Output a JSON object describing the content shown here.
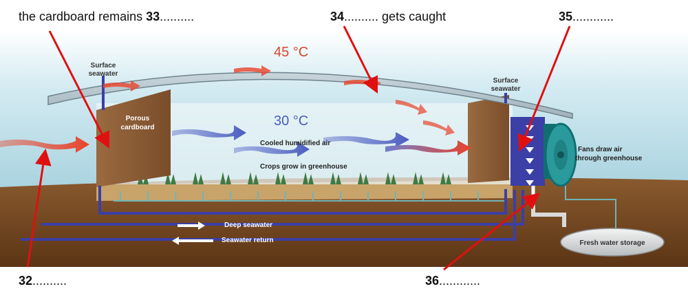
{
  "questions": {
    "q33": {
      "prefix": "the cardboard remains ",
      "num": "33",
      "dots": ".........."
    },
    "q34": {
      "num": "34",
      "dots": "..........",
      "suffix": " gets caught"
    },
    "q35": {
      "num": "35",
      "dots": "............"
    },
    "q32": {
      "num": "32",
      "dots": ".........."
    },
    "q36": {
      "num": "36",
      "dots": "............"
    }
  },
  "labels": {
    "temp_outer": "45 °C",
    "temp_inner": "30 °C",
    "surface_left_1": "Surface",
    "surface_left_2": "seawater",
    "surface_right_1": "Surface",
    "surface_right_2": "seawater",
    "porous_1": "Porous",
    "porous_2": "cardboard",
    "cooled": "Cooled humidified air",
    "crops": "Crops grow in greenhouse",
    "fans_1": "Fans draw air",
    "fans_2": "through greenhouse",
    "deep": "Deep seawater",
    "return": "Seawater return",
    "fresh": "Fresh water storage"
  },
  "colors": {
    "hot": "#e8432a",
    "cool": "#6f7fd0",
    "pipe": "#3b3fa6",
    "arrow": "#e01010",
    "ground": "#7a4a22"
  }
}
